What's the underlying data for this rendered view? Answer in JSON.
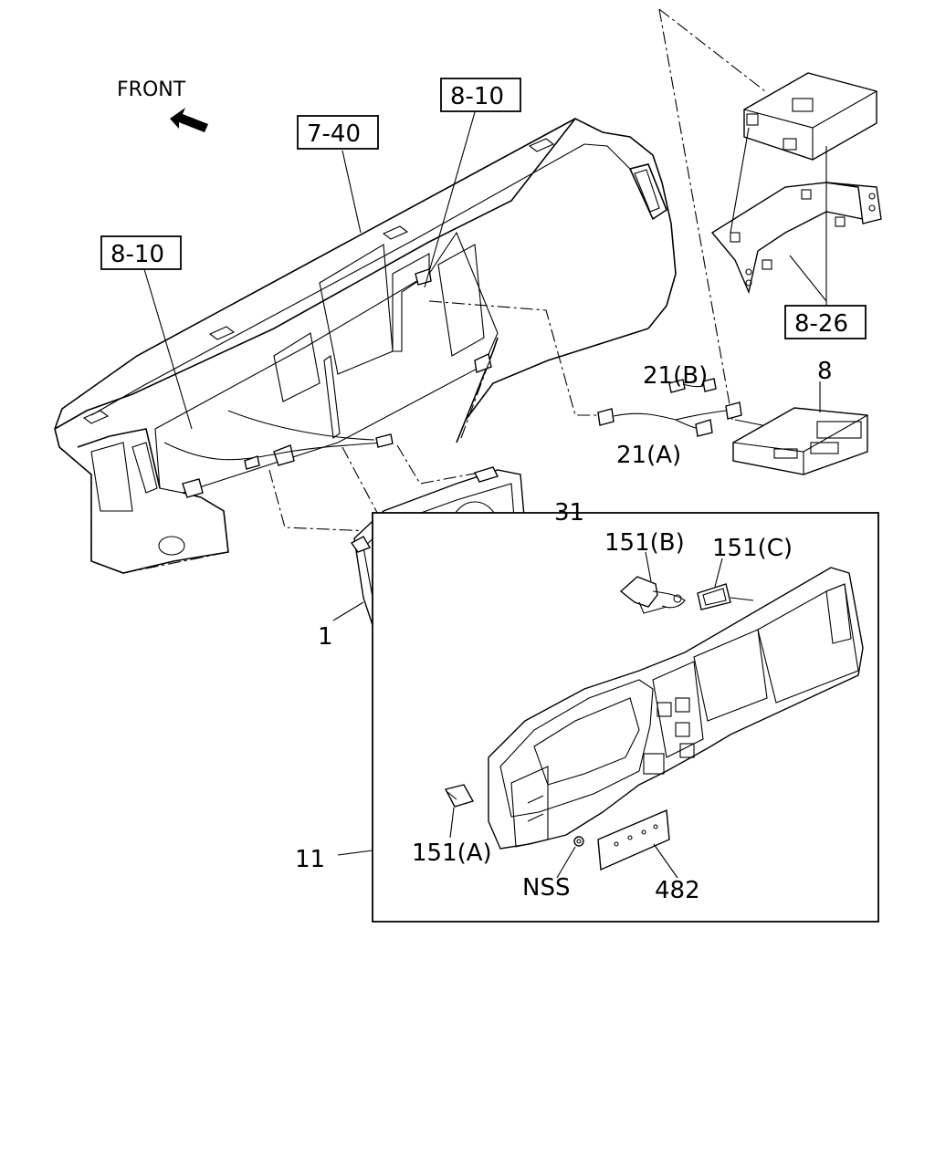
{
  "direction_label": "FRONT",
  "ref_boxes": {
    "ref_7_40": "7-40",
    "ref_8_10_top": "8-10",
    "ref_8_10_left": "8-10",
    "ref_8_26": "8-26"
  },
  "callouts": {
    "part_1": "1",
    "part_8": "8",
    "part_11": "11",
    "part_21a": "21(A)",
    "part_21b": "21(B)",
    "part_31": "31",
    "part_151a": "151(A)",
    "part_151b": "151(B)",
    "part_151c": "151(C)",
    "part_482": "482",
    "part_nss": "NSS"
  },
  "icons": {
    "front_arrow": "arrow-icon"
  }
}
